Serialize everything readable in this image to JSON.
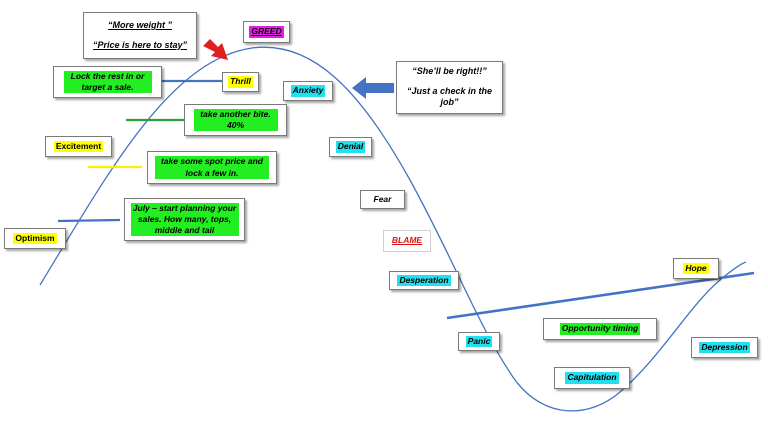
{
  "colors": {
    "curve": "#4472c4",
    "connector_blue": "#4472c4",
    "connector_green": "#2e9e3a",
    "connector_yellow": "#ffee00",
    "arrow_red": "#e02020",
    "arrow_blue": "#4472c4",
    "highlight_green": "#22ee22",
    "highlight_cyan": "#22e0ee",
    "highlight_yellow": "#ffff00",
    "highlight_magenta": "#e020e0"
  },
  "top_quote": {
    "line1": "“More weight ”",
    "line2": "“Price is here to stay”"
  },
  "right_quote": {
    "line1": "“She’ll be right!!”",
    "line2": "“Just a check in the job”"
  },
  "stages": {
    "greed": "GREED",
    "thrill": "Thrill",
    "anxiety": "Anxiety",
    "excitement": "Excitement",
    "denial": "Denial",
    "fear": "Fear",
    "blame": "BLAME",
    "desperation": "Desperation",
    "optimism": "Optimism",
    "hope": "Hope",
    "panic": "Panic",
    "opportunity": "Opportunity timing",
    "depression": "Depression",
    "capitulation": "Capitulation"
  },
  "notes": {
    "lock_rest": "Lock the rest in or target a sale.",
    "another_bite": "take another bite. 40%",
    "spot_price": "take some spot price and lock a few in.",
    "july_plan": "July – start planning your sales. How many, tops, middle and tail"
  }
}
